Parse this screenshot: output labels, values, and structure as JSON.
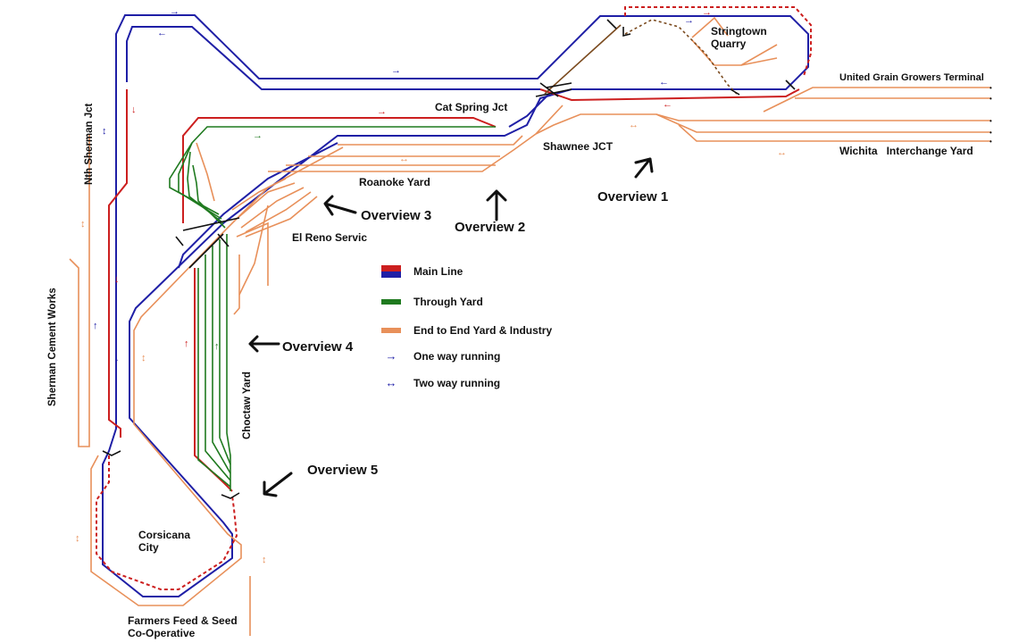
{
  "labels": {
    "stringtown_quarry": "Stringtown\nQuarry",
    "united_grain": "United Grain Growers Terminal",
    "cat_spring": "Cat Spring Jct",
    "shawnee": "Shawnee JCT",
    "wichita": "Wichita   Interchange Yard",
    "roanoke": "Roanoke Yard",
    "el_reno": "El Reno Servic",
    "corsicana": "Corsicana\nCity",
    "farmers": "Farmers Feed & Seed\nCo-Operative",
    "nth_sherman": "Nth Sherman Jct",
    "sherman_cement": "Sherman Cement Works",
    "choctaw": "Choctaw Yard"
  },
  "overviews": {
    "o1": "Overview 1",
    "o2": "Overview 2",
    "o3": "Overview 3",
    "o4": "Overview 4",
    "o5": "Overview 5"
  },
  "legend": {
    "main_line": "Main Line",
    "through_yard": "Through Yard",
    "end_to_end": "End to End Yard & Industry",
    "one_way": "One way running",
    "two_way": "Two way running"
  },
  "colors": {
    "main_red": "#cc1f1f",
    "main_blue": "#1f1fa6",
    "through_green": "#1f7a1f",
    "industry_orange": "#e8905a",
    "pointer": "#111111"
  }
}
